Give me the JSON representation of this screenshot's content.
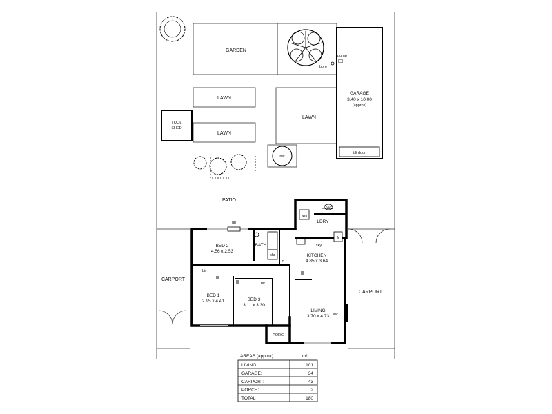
{
  "labels": {
    "garden": "GARDEN",
    "lawn_left_top": "LAWN",
    "lawn_left_bottom": "LAWN",
    "lawn_center": "LAWN",
    "tool_shed_1": "TOOL",
    "tool_shed_2": "SHED",
    "garage": "GARAGE",
    "garage_dim": "3.40 x 10.00",
    "garage_approx": "(approx)",
    "tilt_door": "tilt door",
    "pump": "pump",
    "bore": "bore",
    "rwt": "rwt",
    "patio": "PATIO",
    "wc": "WC",
    "wm": "wm",
    "ldry": "LDRY",
    "up": "up",
    "bed2": "BED 2",
    "bed2_dim": "4.56 x 2.53",
    "bath": "BATH",
    "shr": "shr",
    "kitchen": "KITCHEN",
    "kitchen_dim": "4.85 x 3.64",
    "sky": "sky",
    "fr": "fr",
    "c": "c",
    "carport_left": "CARPORT",
    "carport_right": "CARPORT",
    "bir_1": "bir",
    "bir_3": "bir",
    "bed1": "BED 1",
    "bed1_dim": "2.95 x 4.41",
    "bed3": "BED 3",
    "bed3_dim": "3.11 x 3.30",
    "living": "LIVING",
    "living_dim": "3.70 x 4.73",
    "ac": "a/c",
    "porch": "PORCH"
  },
  "areas": {
    "title": "AREAS (approx)",
    "unit": "m²",
    "rows": [
      {
        "label": "LIVING:",
        "value": "101"
      },
      {
        "label": "GARAGE:",
        "value": "34"
      },
      {
        "label": "CARPORT:",
        "value": "43"
      },
      {
        "label": "PORCH:",
        "value": "2"
      }
    ],
    "total_label": "TOTAL",
    "total_value": "180"
  }
}
